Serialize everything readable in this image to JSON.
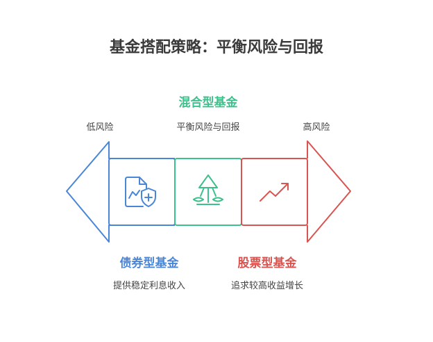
{
  "title": "基金搭配策略：平衡风险与回报",
  "colors": {
    "bond": "#4a86d8",
    "mixed": "#3cc08c",
    "stock": "#d9534f",
    "title": "#3a3a3a"
  },
  "risk_scale": {
    "low": "低风险",
    "mid": "平衡风险与回报",
    "high": "高风险"
  },
  "funds": {
    "mixed": {
      "name": "混合型基金",
      "icon": "balance-scale-icon"
    },
    "bond": {
      "name": "债券型基金",
      "desc": "提供稳定利息收入",
      "icon": "document-shield-icon"
    },
    "stock": {
      "name": "股票型基金",
      "desc": "追求较高收益增长",
      "icon": "trending-up-icon"
    }
  }
}
